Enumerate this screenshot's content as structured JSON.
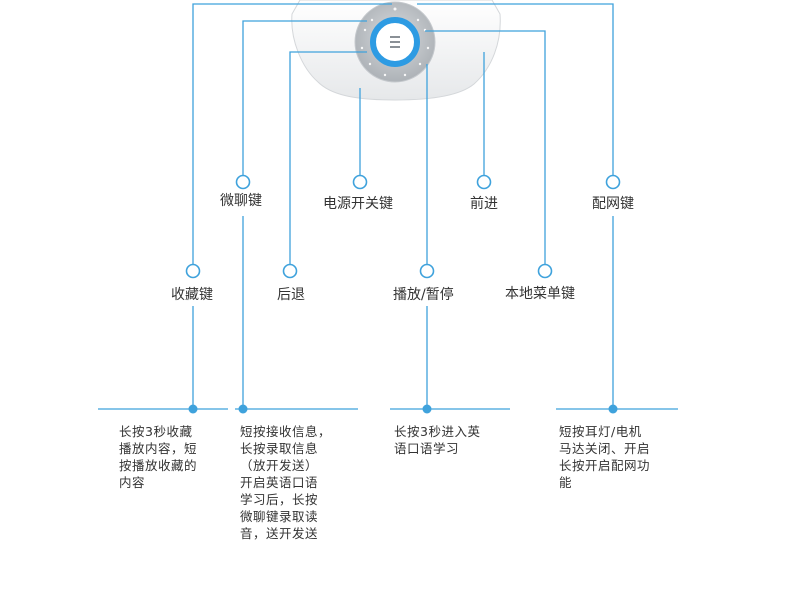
{
  "colors": {
    "line": "#3fa2dc",
    "ring": "#2d9be3",
    "device_body": "#f2f3f4",
    "text": "#333333"
  },
  "device": {
    "center_icon": "menu-icon"
  },
  "buttons": [
    {
      "id": "favorite",
      "label": "收藏键"
    },
    {
      "id": "wechat",
      "label": "微聊键"
    },
    {
      "id": "back",
      "label": "后退"
    },
    {
      "id": "power",
      "label": "电源开关键"
    },
    {
      "id": "play-pause",
      "label": "播放/暂停"
    },
    {
      "id": "forward",
      "label": "前进"
    },
    {
      "id": "local-menu",
      "label": "本地菜单键"
    },
    {
      "id": "network",
      "label": "配网键"
    }
  ],
  "descriptions": [
    {
      "id": "favorite",
      "lines": [
        "长按3秒收藏",
        "播放内容，短",
        "按播放收藏的",
        "内容"
      ]
    },
    {
      "id": "wechat",
      "lines": [
        "短按接收信息，",
        "长按录取信息",
        "（放开发送）",
        "开启英语口语",
        "学习后，长按",
        "微聊键录取读",
        "音，送开发送"
      ]
    },
    {
      "id": "play-pause",
      "lines": [
        "长按3秒进入英",
        "语口语学习"
      ]
    },
    {
      "id": "network",
      "lines": [
        "短按耳灯/电机",
        "马达关闭、开启",
        "长按开启配网功",
        "能"
      ]
    }
  ]
}
